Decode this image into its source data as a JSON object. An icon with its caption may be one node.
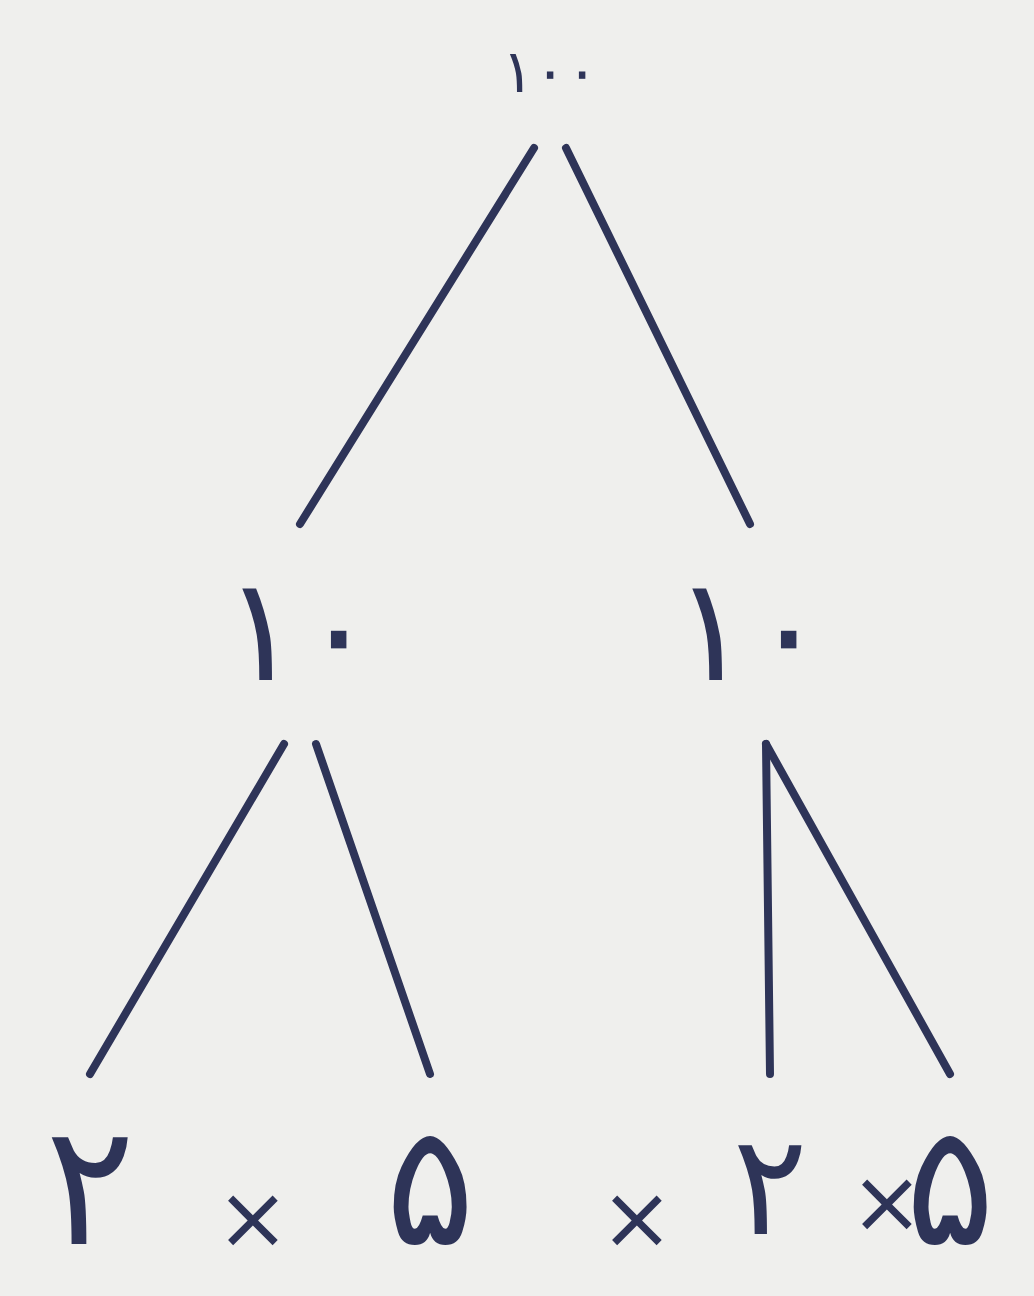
{
  "diagram": {
    "nodes": [
      {
        "text": [
          "۱۰۰"
        ]
      },
      {
        "text": [
          "۱۰"
        ]
      },
      {
        "text": [
          "۱۰"
        ]
      },
      {
        "text": [
          "۲"
        ]
      },
      {
        "text": [
          "۵"
        ]
      },
      {
        "text": [
          "۲"
        ]
      },
      {
        "text": [
          "۵"
        ]
      }
    ],
    "edges": [
      {
        "from": 0,
        "to": 1,
        "arrow": "none"
      },
      {
        "from": 0,
        "to": 2,
        "arrow": "none"
      },
      {
        "from": 1,
        "to": 3,
        "arrow": "none"
      },
      {
        "from": 1,
        "to": 4,
        "arrow": "none"
      },
      {
        "from": 2,
        "to": 5,
        "arrow": "none"
      },
      {
        "from": 2,
        "to": 6,
        "arrow": "none"
      }
    ],
    "labels": [
      "×",
      "×",
      "×"
    ]
  }
}
